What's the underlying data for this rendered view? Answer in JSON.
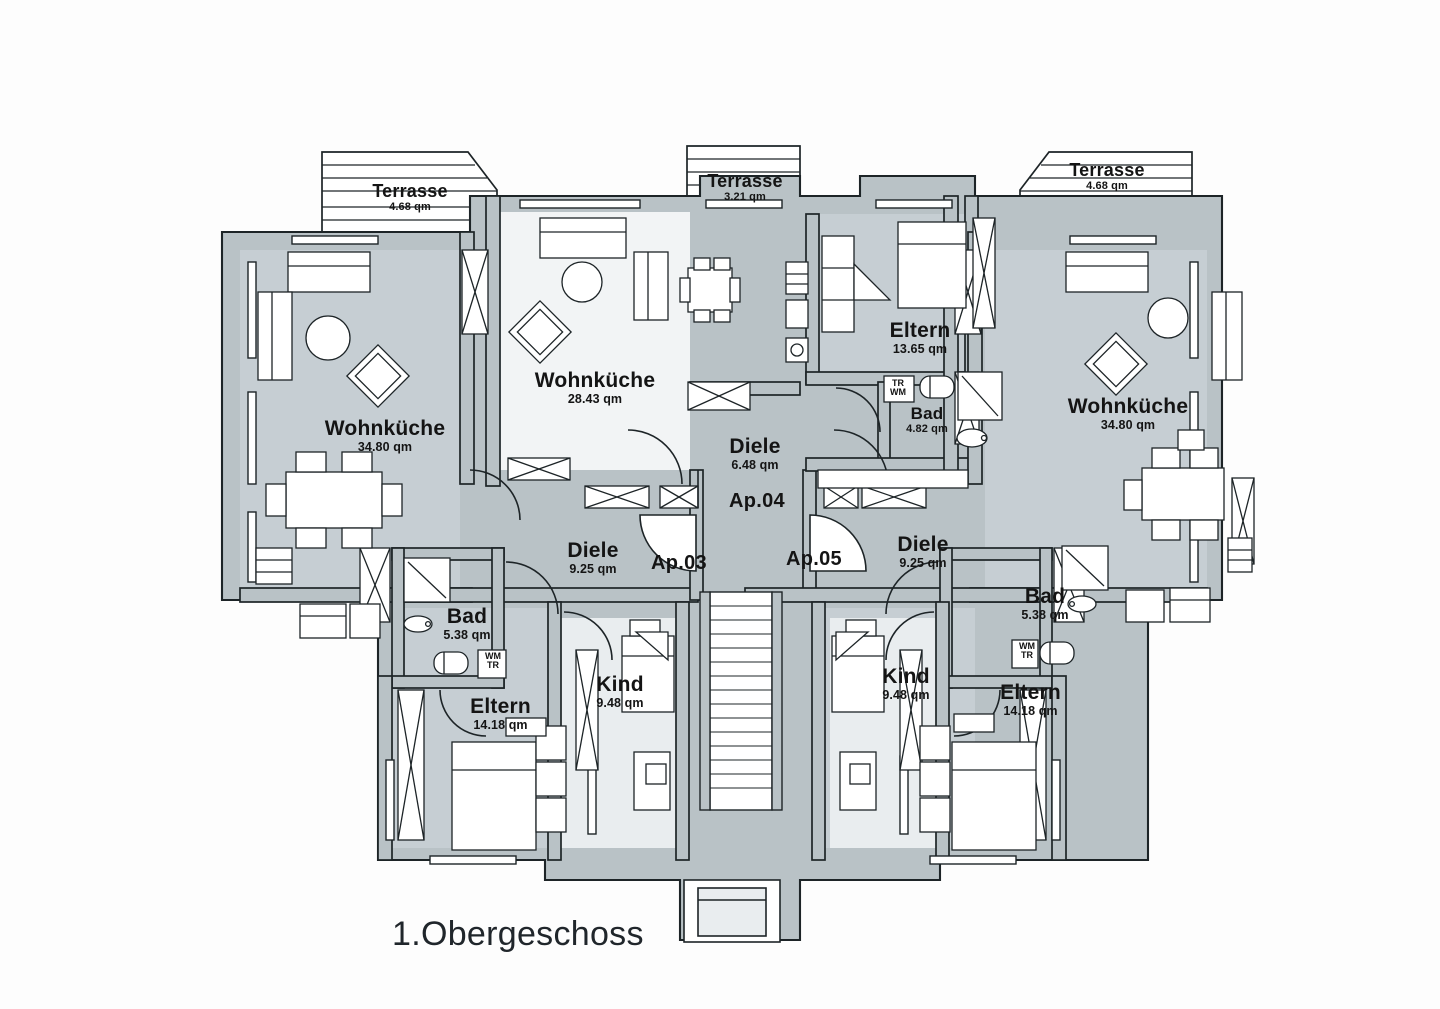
{
  "drawing": {
    "title": "1.Obergeschoss",
    "type": "architectural-floor-plan",
    "wall_fill": "#b9c2c6",
    "room_fill": "#c3ccd1",
    "line_color": "#1d2427",
    "paper": "#fdfdfd"
  },
  "terraces": [
    {
      "name": "Terrasse",
      "area": "4.68 qm",
      "position": "left"
    },
    {
      "name": "Terrasse",
      "area": "3.21 qm",
      "position": "center"
    },
    {
      "name": "Terrasse",
      "area": "4.68 qm",
      "position": "right"
    }
  ],
  "apartments": [
    {
      "id": "Ap.03",
      "position": "left"
    },
    {
      "id": "Ap.04",
      "position": "center"
    },
    {
      "id": "Ap.05",
      "position": "right"
    }
  ],
  "rooms": [
    {
      "key": "wk_left",
      "name": "Wohnküche",
      "area": "34.80 qm",
      "apartment": "Ap.03"
    },
    {
      "key": "wk_center",
      "name": "Wohnküche",
      "area": "28.43 qm",
      "apartment": "Ap.04"
    },
    {
      "key": "wk_right",
      "name": "Wohnküche",
      "area": "34.80 qm",
      "apartment": "Ap.05"
    },
    {
      "key": "eltern_c",
      "name": "Eltern",
      "area": "13.65 qm",
      "apartment": "Ap.04"
    },
    {
      "key": "bad_c",
      "name": "Bad",
      "area": "4.82 qm",
      "apartment": "Ap.04"
    },
    {
      "key": "diele_c",
      "name": "Diele",
      "area": "6.48 qm",
      "apartment": "Ap.04"
    },
    {
      "key": "diele_l",
      "name": "Diele",
      "area": "9.25 qm",
      "apartment": "Ap.03"
    },
    {
      "key": "bad_l",
      "name": "Bad",
      "area": "5.38 qm",
      "apartment": "Ap.03"
    },
    {
      "key": "eltern_l",
      "name": "Eltern",
      "area": "14.18 qm",
      "apartment": "Ap.03"
    },
    {
      "key": "kind_l",
      "name": "Kind",
      "area": "9.48 qm",
      "apartment": "Ap.03"
    },
    {
      "key": "diele_r",
      "name": "Diele",
      "area": "9.25 qm",
      "apartment": "Ap.05"
    },
    {
      "key": "bad_r",
      "name": "Bad",
      "area": "5.38 qm",
      "apartment": "Ap.05"
    },
    {
      "key": "eltern_r",
      "name": "Eltern",
      "area": "14.18 qm",
      "apartment": "Ap.05"
    },
    {
      "key": "kind_r",
      "name": "Kind",
      "area": "9.48 qm",
      "apartment": "Ap.05"
    }
  ],
  "appliance_marks": [
    {
      "key": "app_l",
      "line1": "WM",
      "line2": "TR",
      "room": "bad_l"
    },
    {
      "key": "app_c",
      "line1": "TR",
      "line2": "WM",
      "room": "bad_c"
    },
    {
      "key": "app_r",
      "line1": "WM",
      "line2": "TR",
      "room": "bad_r"
    }
  ]
}
